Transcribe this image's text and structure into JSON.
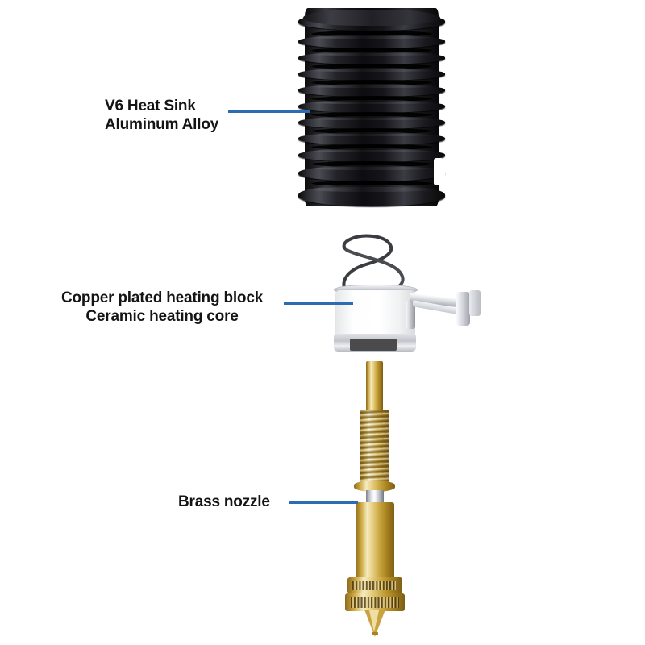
{
  "diagram": {
    "background_color": "#ffffff",
    "leader_line_color": "#2c6cb0",
    "text_color": "#141414"
  },
  "callouts": [
    {
      "id": "heat-sink",
      "line1": "V6 Heat Sink",
      "line2": "Aluminum Alloy"
    },
    {
      "id": "heating-block",
      "line1": "Copper plated heating block",
      "line2": "Ceramic heating core"
    },
    {
      "id": "brass-nozzle",
      "line1": "Brass nozzle",
      "line2": ""
    }
  ],
  "parts": [
    {
      "id": "heat-sink",
      "name": "v6-heat-sink",
      "material": "Aluminum Alloy",
      "color": "#141418"
    },
    {
      "id": "heating-block",
      "name": "copper-plated-heating-block",
      "material": "Ceramic heating core",
      "color": "#ffffff"
    },
    {
      "id": "brass-nozzle",
      "name": "brass-nozzle",
      "material": "Brass",
      "color": "#c9a43c"
    }
  ]
}
